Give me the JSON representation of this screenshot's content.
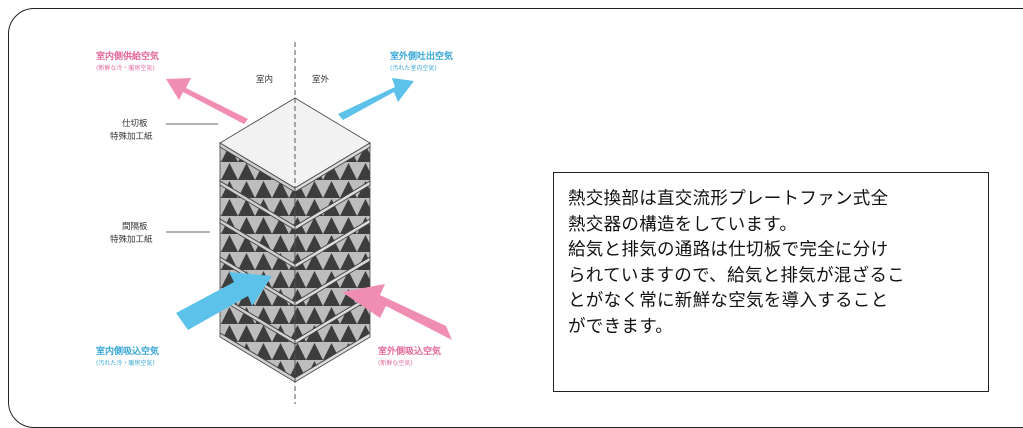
{
  "diagram": {
    "supply_indoor": "室内側供給空気",
    "supply_indoor_sub": "(新鮮な冷・暖房空気)",
    "exhaust_outdoor": "室外側吐出空気",
    "exhaust_outdoor_sub": "(汚れた室内空気)",
    "intake_indoor": "室内側吸込空気",
    "intake_indoor_sub": "(汚れた冷・暖房空気)",
    "intake_outdoor": "室外側吸込空気",
    "intake_outdoor_sub": "(新鮮な空気)",
    "indoor": "室内",
    "outdoor": "室外",
    "partition_1": "仕切板",
    "partition_2": "特殊加工紙",
    "spacer_1": "間隔板",
    "spacer_2": "特殊加工紙",
    "colors": {
      "pink": "#f08db3",
      "blue": "#5cc2ea"
    }
  },
  "description": "熱交換部は直交流形プレートファン式全\n熱交器の構造をしています。\n給気と排気の通路は仕切板で完全に分け\nられていますので、給気と排気が混ざるこ\nとがなく常に新鮮な空気を導入すること\nができます。"
}
